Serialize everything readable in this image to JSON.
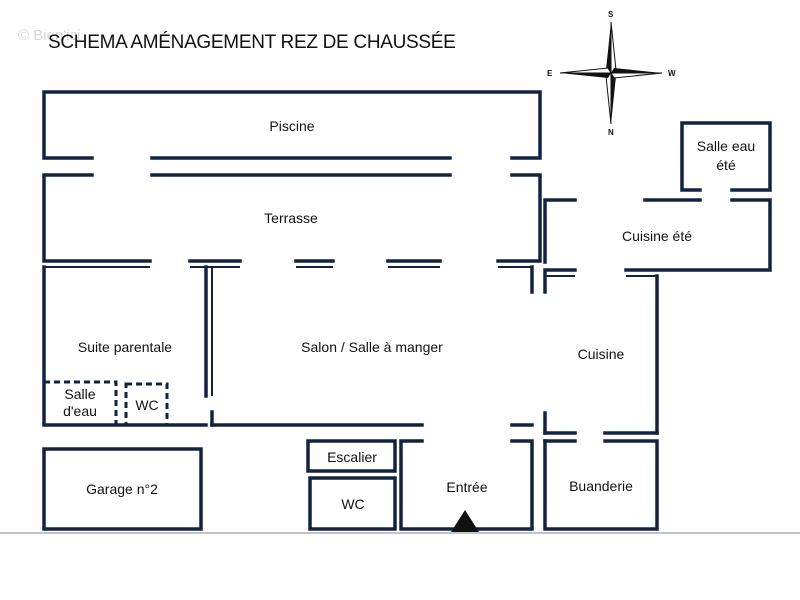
{
  "title": "SCHEMA AMÉNAGEMENT REZ DE CHAUSSÉE",
  "watermark": "© Bien'ici",
  "compass": {
    "north": "N",
    "south": "S",
    "east": "E",
    "west": "W"
  },
  "rooms": {
    "piscine": "Piscine",
    "terrasse": "Terrasse",
    "suite_parentale": "Suite parentale",
    "salon": "Salon / Salle à manger",
    "cuisine": "Cuisine",
    "cuisine_ete": "Cuisine été",
    "salle_eau_ete_line1": "Salle eau",
    "salle_eau_ete_line2": "été",
    "salle_deau_line1": "Salle",
    "salle_deau_line2": "d'eau",
    "wc_suite": "WC",
    "garage": "Garage n°2",
    "escalier": "Escalier",
    "wc": "WC",
    "entree": "Entrée",
    "buanderie": "Buanderie"
  },
  "colors": {
    "wall": "#13233f",
    "text": "#111111"
  }
}
